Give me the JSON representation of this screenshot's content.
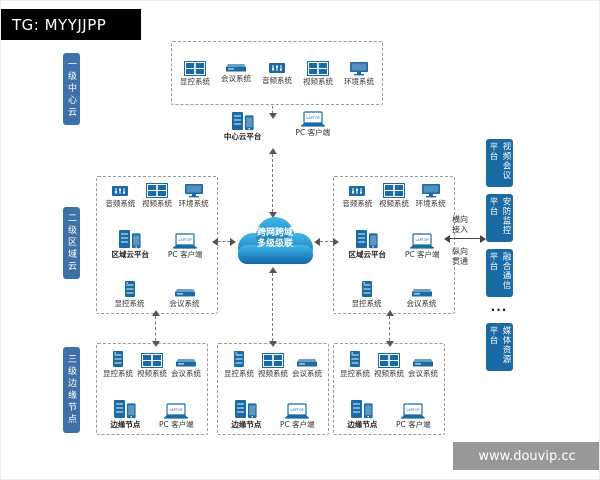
{
  "colors": {
    "accent": "#1a6aa5",
    "tag_bg": "#3c72a8",
    "cloud_top": "#3fb7e8",
    "cloud_bottom": "#1166a8",
    "dash": "#9a9a9a",
    "tg_bg": "#000000",
    "watermark_bg": "#8a8a8a"
  },
  "watermarks": {
    "tg": "TG: MYYJJPP",
    "site": "www.douvip.cc"
  },
  "left_labels": [
    {
      "label": "一级中心云"
    },
    {
      "label": "二级区域云"
    },
    {
      "label": "三级边缘节点"
    }
  ],
  "cloud": {
    "label": "跨网跨域\n多级级联"
  },
  "icons": {
    "laptop_text": "LAPTOP"
  },
  "center_group": {
    "devices": [
      {
        "label": "显控系统",
        "icon": "video-wall-icon"
      },
      {
        "label": "会议系统",
        "icon": "conference-icon"
      },
      {
        "label": "音频系统",
        "icon": "audio-icon"
      },
      {
        "label": "视频系统",
        "icon": "video-wall-icon"
      },
      {
        "label": "环境系统",
        "icon": "monitor-icon"
      }
    ],
    "platform": {
      "label": "中心云平台",
      "icon": "server-phone-icon"
    },
    "client": {
      "label": "PC 客户端",
      "icon": "laptop-icon"
    }
  },
  "regional_groups": [
    {
      "top_devices": [
        {
          "label": "音频系统",
          "icon": "audio-icon"
        },
        {
          "label": "视频系统",
          "icon": "video-wall-icon"
        },
        {
          "label": "环境系统",
          "icon": "monitor-icon"
        }
      ],
      "platform": {
        "label": "区域云平台",
        "icon": "server-phone-icon"
      },
      "client": {
        "label": "PC 客户端",
        "icon": "laptop-icon"
      },
      "bottom_devices": [
        {
          "label": "显控系统",
          "icon": "server-rack-icon"
        },
        {
          "label": "会议系统",
          "icon": "conference-icon"
        }
      ]
    },
    {
      "top_devices": [
        {
          "label": "音频系统",
          "icon": "audio-icon"
        },
        {
          "label": "视频系统",
          "icon": "video-wall-icon"
        },
        {
          "label": "环境系统",
          "icon": "monitor-icon"
        }
      ],
      "platform": {
        "label": "区域云平台",
        "icon": "server-phone-icon"
      },
      "client": {
        "label": "PC 客户端",
        "icon": "laptop-icon"
      },
      "bottom_devices": [
        {
          "label": "显控系统",
          "icon": "server-rack-icon"
        },
        {
          "label": "会议系统",
          "icon": "conference-icon"
        }
      ]
    }
  ],
  "edge_groups": [
    {
      "devices": [
        {
          "label": "显控系统",
          "icon": "server-rack-icon"
        },
        {
          "label": "视频系统",
          "icon": "video-wall-icon"
        },
        {
          "label": "会议系统",
          "icon": "conference-icon"
        }
      ],
      "platform": {
        "label": "边缘节点",
        "icon": "server-phone-icon"
      },
      "client": {
        "label": "PC 客户端",
        "icon": "laptop-icon"
      }
    },
    {
      "devices": [
        {
          "label": "显控系统",
          "icon": "server-rack-icon"
        },
        {
          "label": "视频系统",
          "icon": "video-wall-icon"
        },
        {
          "label": "会议系统",
          "icon": "conference-icon"
        }
      ],
      "platform": {
        "label": "边缘节点",
        "icon": "server-phone-icon"
      },
      "client": {
        "label": "PC 客户端",
        "icon": "laptop-icon"
      }
    },
    {
      "devices": [
        {
          "label": "显控系统",
          "icon": "server-rack-icon"
        },
        {
          "label": "视频系统",
          "icon": "video-wall-icon"
        },
        {
          "label": "会议系统",
          "icon": "conference-icon"
        }
      ],
      "platform": {
        "label": "边缘节点",
        "icon": "server-phone-icon"
      },
      "client": {
        "label": "PC 客户端",
        "icon": "laptop-icon"
      }
    }
  ],
  "right_panel": {
    "horizontal_label": "横向接入",
    "vertical_label": "纵向贯通",
    "platforms": [
      {
        "label": "视频会议平台"
      },
      {
        "label": "安防监控平台"
      },
      {
        "label": "融合通信平台"
      },
      {
        "label": "···",
        "type": "dots"
      },
      {
        "label": "媒体资源平台"
      }
    ]
  }
}
